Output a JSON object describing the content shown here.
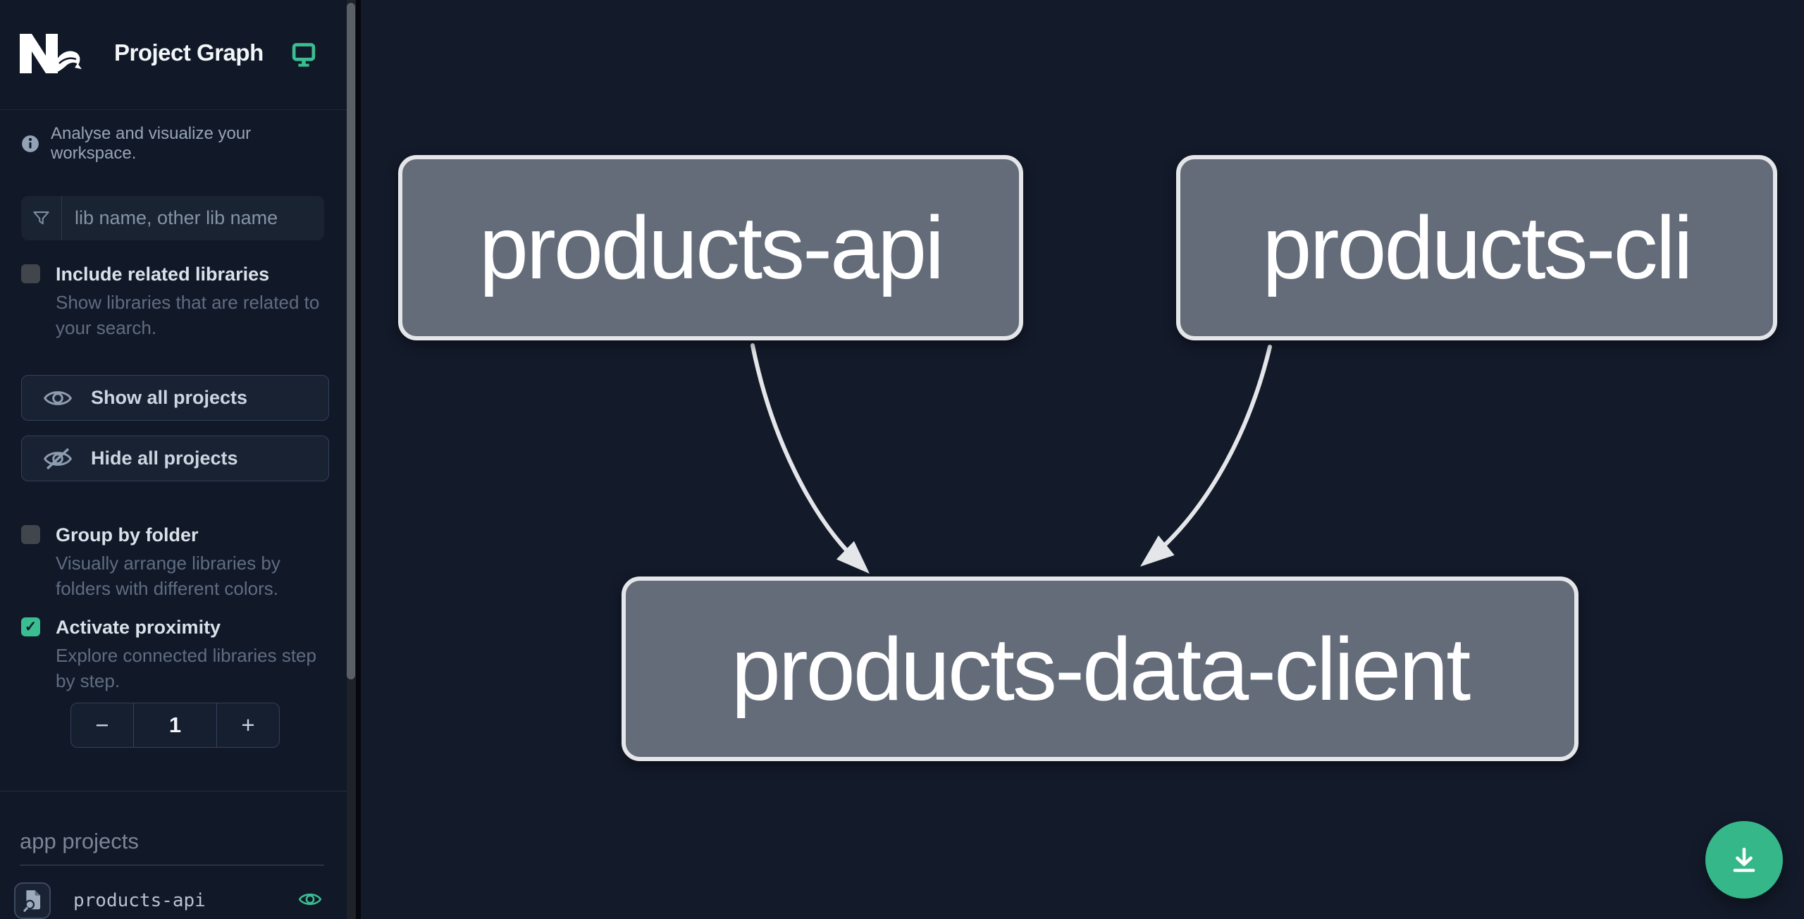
{
  "app": {
    "title": "Project Graph"
  },
  "sidebar": {
    "tagline": "Analyse and visualize your workspace.",
    "filter_placeholder": "lib name, other lib name",
    "include_related": {
      "label": "Include related libraries",
      "description": "Show libraries that are related to your search.",
      "checked": false
    },
    "show_all_label": "Show all projects",
    "hide_all_label": "Hide all projects",
    "group_by_folder": {
      "label": "Group by folder",
      "description": "Visually arrange libraries by folders with different colors.",
      "checked": false
    },
    "activate_proximity": {
      "label": "Activate proximity",
      "description": "Explore connected libraries step by step.",
      "checked": true
    },
    "proximity_stepper": {
      "decrement_label": "−",
      "value": "1",
      "increment_label": "+"
    },
    "projects_heading": "app projects",
    "projects": [
      {
        "name": "products-api",
        "visible": true
      }
    ]
  },
  "graph": {
    "nodes": [
      {
        "id": "products-api",
        "label": "products-api"
      },
      {
        "id": "products-cli",
        "label": "products-cli"
      },
      {
        "id": "products-data-client",
        "label": "products-data-client"
      }
    ],
    "edges": [
      {
        "source": "products-api",
        "target": "products-data-client"
      },
      {
        "source": "products-cli",
        "target": "products-data-client"
      }
    ]
  },
  "icons": {
    "checkmark": "✓"
  },
  "colors": {
    "accent_green": "#3bbd92",
    "fab_green": "#35b789",
    "node_fill": "#646c7a",
    "node_border": "#e4e6e9",
    "edge": "#e4e6e9",
    "sidebar_bg": "#111827",
    "canvas_bg": "#131a2a"
  }
}
